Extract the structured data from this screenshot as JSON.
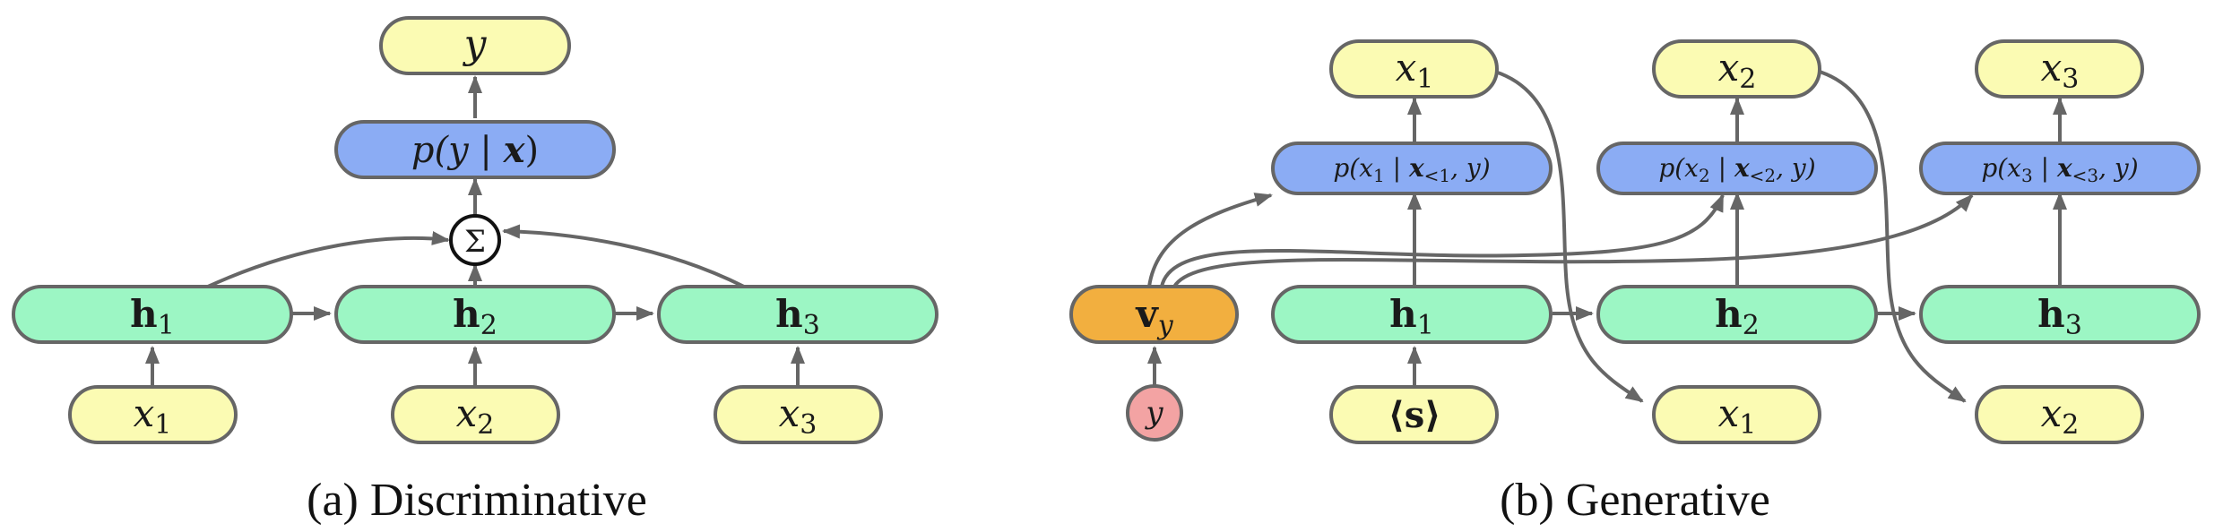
{
  "colors": {
    "yellow": "#fbfbb3",
    "green": "#9cf6c4",
    "blue": "#8bacf4",
    "orange": "#f2af3f",
    "pink": "#f3a3a3",
    "stroke": "#666666",
    "arrow": "#666666"
  },
  "panel_a": {
    "caption": "(a) Discriminative",
    "output": "y",
    "prob": {
      "pre": "p(y | ",
      "bold": "x",
      "post": ")"
    },
    "sum_symbol": "Σ",
    "hidden": [
      {
        "base": "h",
        "sub": "1"
      },
      {
        "base": "h",
        "sub": "2"
      },
      {
        "base": "h",
        "sub": "3"
      }
    ],
    "inputs": [
      {
        "base": "x",
        "sub": "1"
      },
      {
        "base": "x",
        "sub": "2"
      },
      {
        "base": "x",
        "sub": "3"
      }
    ]
  },
  "panel_b": {
    "caption": "(b) Generative",
    "outputs": [
      {
        "base": "x",
        "sub": "1"
      },
      {
        "base": "x",
        "sub": "2"
      },
      {
        "base": "x",
        "sub": "3"
      }
    ],
    "probs": [
      {
        "pre": "p(x",
        "sub1": "1",
        "mid": " | ",
        "bold": "x",
        "sub2": "<1",
        "post": ", y)"
      },
      {
        "pre": "p(x",
        "sub1": "2",
        "mid": " | ",
        "bold": "x",
        "sub2": "<2",
        "post": ", y)"
      },
      {
        "pre": "p(x",
        "sub1": "3",
        "mid": " | ",
        "bold": "x",
        "sub2": "<3",
        "post": ", y)"
      }
    ],
    "label_embedding": {
      "base": "v",
      "sub": "y"
    },
    "label_input": "y",
    "hidden": [
      {
        "base": "h",
        "sub": "1"
      },
      {
        "base": "h",
        "sub": "2"
      },
      {
        "base": "h",
        "sub": "3"
      }
    ],
    "inputs": [
      {
        "text": "⟨s⟩"
      },
      {
        "base": "x",
        "sub": "1"
      },
      {
        "base": "x",
        "sub": "2"
      }
    ]
  }
}
